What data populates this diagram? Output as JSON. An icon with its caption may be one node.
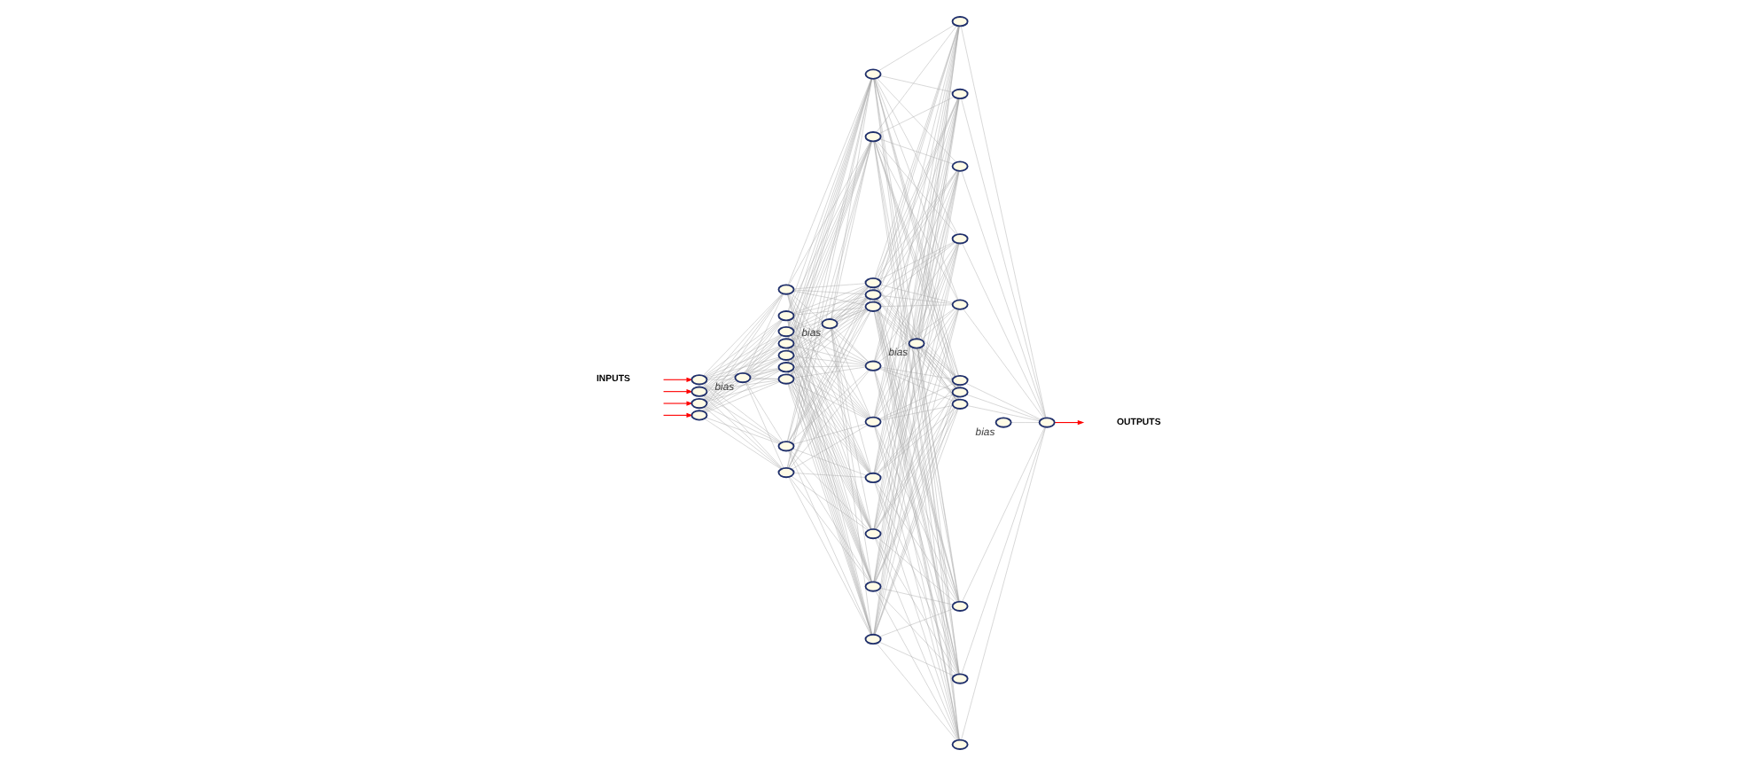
{
  "diagram": {
    "nodes": [
      {
        "text": [],
        "shape": "ellipse"
      },
      {
        "text": [],
        "shape": "ellipse"
      },
      {
        "text": [],
        "shape": "ellipse"
      },
      {
        "text": [],
        "shape": "ellipse"
      },
      {
        "text": [],
        "shape": "ellipse",
        "beside": [
          "bias"
        ]
      },
      {
        "text": [],
        "shape": "ellipse"
      },
      {
        "text": [],
        "shape": "ellipse"
      },
      {
        "text": [],
        "shape": "ellipse"
      },
      {
        "text": [],
        "shape": "ellipse"
      },
      {
        "text": [],
        "shape": "ellipse"
      },
      {
        "text": [],
        "shape": "ellipse"
      },
      {
        "text": [],
        "shape": "ellipse"
      },
      {
        "text": [],
        "shape": "ellipse"
      },
      {
        "text": [],
        "shape": "ellipse"
      },
      {
        "text": [],
        "shape": "ellipse",
        "beside": [
          "bias"
        ]
      },
      {
        "text": [],
        "shape": "ellipse"
      },
      {
        "text": [],
        "shape": "ellipse"
      },
      {
        "text": [],
        "shape": "ellipse"
      },
      {
        "text": [],
        "shape": "ellipse"
      },
      {
        "text": [],
        "shape": "ellipse"
      },
      {
        "text": [],
        "shape": "ellipse"
      },
      {
        "text": [],
        "shape": "ellipse"
      },
      {
        "text": [],
        "shape": "ellipse"
      },
      {
        "text": [],
        "shape": "ellipse"
      },
      {
        "text": [],
        "shape": "ellipse"
      },
      {
        "text": [],
        "shape": "ellipse"
      },
      {
        "text": [],
        "shape": "ellipse",
        "beside": [
          "bias"
        ]
      },
      {
        "text": [],
        "shape": "ellipse"
      },
      {
        "text": [],
        "shape": "ellipse"
      },
      {
        "text": [],
        "shape": "ellipse"
      },
      {
        "text": [],
        "shape": "ellipse"
      },
      {
        "text": [],
        "shape": "ellipse"
      },
      {
        "text": [],
        "shape": "ellipse"
      },
      {
        "text": [],
        "shape": "ellipse"
      },
      {
        "text": [],
        "shape": "ellipse"
      },
      {
        "text": [],
        "shape": "ellipse"
      },
      {
        "text": [],
        "shape": "ellipse"
      },
      {
        "text": [],
        "shape": "ellipse"
      },
      {
        "text": [],
        "shape": "ellipse",
        "beside": [
          "bias"
        ]
      },
      {
        "text": [],
        "shape": "ellipse"
      }
    ],
    "edges": [
      {
        "from": null,
        "to": 0,
        "arrow": "to",
        "color": "#ff0000"
      },
      {
        "from": null,
        "to": 1,
        "arrow": "to",
        "color": "#ff0000"
      },
      {
        "from": null,
        "to": 2,
        "arrow": "to",
        "color": "#ff0000"
      },
      {
        "from": null,
        "to": 3,
        "arrow": "to",
        "color": "#ff0000"
      },
      {
        "from": 0,
        "to": 5,
        "arrow": "none"
      },
      {
        "from": 0,
        "to": 6,
        "arrow": "none"
      },
      {
        "from": 0,
        "to": 7,
        "arrow": "none"
      },
      {
        "from": 0,
        "to": 8,
        "arrow": "none"
      },
      {
        "from": 0,
        "to": 9,
        "arrow": "none"
      },
      {
        "from": 0,
        "to": 10,
        "arrow": "none"
      },
      {
        "from": 0,
        "to": 11,
        "arrow": "none"
      },
      {
        "from": 0,
        "to": 12,
        "arrow": "none"
      },
      {
        "from": 0,
        "to": 13,
        "arrow": "none"
      },
      {
        "from": 1,
        "to": 5,
        "arrow": "none"
      },
      {
        "from": 1,
        "to": 6,
        "arrow": "none"
      },
      {
        "from": 1,
        "to": 7,
        "arrow": "none"
      },
      {
        "from": 1,
        "to": 8,
        "arrow": "none"
      },
      {
        "from": 1,
        "to": 9,
        "arrow": "none"
      },
      {
        "from": 1,
        "to": 10,
        "arrow": "none"
      },
      {
        "from": 1,
        "to": 11,
        "arrow": "none"
      },
      {
        "from": 1,
        "to": 12,
        "arrow": "none"
      },
      {
        "from": 1,
        "to": 13,
        "arrow": "none"
      },
      {
        "from": 2,
        "to": 5,
        "arrow": "none"
      },
      {
        "from": 2,
        "to": 6,
        "arrow": "none"
      },
      {
        "from": 2,
        "to": 7,
        "arrow": "none"
      },
      {
        "from": 2,
        "to": 8,
        "arrow": "none"
      },
      {
        "from": 2,
        "to": 9,
        "arrow": "none"
      },
      {
        "from": 2,
        "to": 10,
        "arrow": "none"
      },
      {
        "from": 2,
        "to": 11,
        "arrow": "none"
      },
      {
        "from": 2,
        "to": 12,
        "arrow": "none"
      },
      {
        "from": 2,
        "to": 13,
        "arrow": "none"
      },
      {
        "from": 3,
        "to": 5,
        "arrow": "none"
      },
      {
        "from": 3,
        "to": 6,
        "arrow": "none"
      },
      {
        "from": 3,
        "to": 7,
        "arrow": "none"
      },
      {
        "from": 3,
        "to": 8,
        "arrow": "none"
      },
      {
        "from": 3,
        "to": 9,
        "arrow": "none"
      },
      {
        "from": 3,
        "to": 10,
        "arrow": "none"
      },
      {
        "from": 3,
        "to": 11,
        "arrow": "none"
      },
      {
        "from": 3,
        "to": 12,
        "arrow": "none"
      },
      {
        "from": 3,
        "to": 13,
        "arrow": "none"
      },
      {
        "from": 4,
        "to": 5,
        "arrow": "none"
      },
      {
        "from": 4,
        "to": 6,
        "arrow": "none"
      },
      {
        "from": 4,
        "to": 7,
        "arrow": "none"
      },
      {
        "from": 4,
        "to": 8,
        "arrow": "none"
      },
      {
        "from": 4,
        "to": 9,
        "arrow": "none"
      },
      {
        "from": 4,
        "to": 10,
        "arrow": "none"
      },
      {
        "from": 4,
        "to": 11,
        "arrow": "none"
      },
      {
        "from": 4,
        "to": 12,
        "arrow": "none"
      },
      {
        "from": 4,
        "to": 13,
        "arrow": "none"
      },
      {
        "from": 5,
        "to": 15,
        "arrow": "none"
      },
      {
        "from": 5,
        "to": 16,
        "arrow": "none"
      },
      {
        "from": 5,
        "to": 17,
        "arrow": "none"
      },
      {
        "from": 5,
        "to": 18,
        "arrow": "none"
      },
      {
        "from": 5,
        "to": 19,
        "arrow": "none"
      },
      {
        "from": 5,
        "to": 20,
        "arrow": "none"
      },
      {
        "from": 5,
        "to": 21,
        "arrow": "none"
      },
      {
        "from": 5,
        "to": 22,
        "arrow": "none"
      },
      {
        "from": 5,
        "to": 23,
        "arrow": "none"
      },
      {
        "from": 5,
        "to": 24,
        "arrow": "none"
      },
      {
        "from": 5,
        "to": 25,
        "arrow": "none"
      },
      {
        "from": 6,
        "to": 15,
        "arrow": "none"
      },
      {
        "from": 6,
        "to": 16,
        "arrow": "none"
      },
      {
        "from": 6,
        "to": 17,
        "arrow": "none"
      },
      {
        "from": 6,
        "to": 18,
        "arrow": "none"
      },
      {
        "from": 6,
        "to": 19,
        "arrow": "none"
      },
      {
        "from": 6,
        "to": 20,
        "arrow": "none"
      },
      {
        "from": 6,
        "to": 21,
        "arrow": "none"
      },
      {
        "from": 6,
        "to": 22,
        "arrow": "none"
      },
      {
        "from": 6,
        "to": 23,
        "arrow": "none"
      },
      {
        "from": 6,
        "to": 24,
        "arrow": "none"
      },
      {
        "from": 6,
        "to": 25,
        "arrow": "none"
      },
      {
        "from": 7,
        "to": 15,
        "arrow": "none"
      },
      {
        "from": 7,
        "to": 16,
        "arrow": "none"
      },
      {
        "from": 7,
        "to": 17,
        "arrow": "none"
      },
      {
        "from": 7,
        "to": 18,
        "arrow": "none"
      },
      {
        "from": 7,
        "to": 19,
        "arrow": "none"
      },
      {
        "from": 7,
        "to": 20,
        "arrow": "none"
      },
      {
        "from": 7,
        "to": 21,
        "arrow": "none"
      },
      {
        "from": 7,
        "to": 22,
        "arrow": "none"
      },
      {
        "from": 7,
        "to": 23,
        "arrow": "none"
      },
      {
        "from": 7,
        "to": 24,
        "arrow": "none"
      },
      {
        "from": 7,
        "to": 25,
        "arrow": "none"
      },
      {
        "from": 8,
        "to": 15,
        "arrow": "none"
      },
      {
        "from": 8,
        "to": 16,
        "arrow": "none"
      },
      {
        "from": 8,
        "to": 17,
        "arrow": "none"
      },
      {
        "from": 8,
        "to": 18,
        "arrow": "none"
      },
      {
        "from": 8,
        "to": 19,
        "arrow": "none"
      },
      {
        "from": 8,
        "to": 20,
        "arrow": "none"
      },
      {
        "from": 8,
        "to": 21,
        "arrow": "none"
      },
      {
        "from": 8,
        "to": 22,
        "arrow": "none"
      },
      {
        "from": 8,
        "to": 23,
        "arrow": "none"
      },
      {
        "from": 8,
        "to": 24,
        "arrow": "none"
      },
      {
        "from": 8,
        "to": 25,
        "arrow": "none"
      },
      {
        "from": 9,
        "to": 15,
        "arrow": "none"
      },
      {
        "from": 9,
        "to": 16,
        "arrow": "none"
      },
      {
        "from": 9,
        "to": 17,
        "arrow": "none"
      },
      {
        "from": 9,
        "to": 18,
        "arrow": "none"
      },
      {
        "from": 9,
        "to": 19,
        "arrow": "none"
      },
      {
        "from": 9,
        "to": 20,
        "arrow": "none"
      },
      {
        "from": 9,
        "to": 21,
        "arrow": "none"
      },
      {
        "from": 9,
        "to": 22,
        "arrow": "none"
      },
      {
        "from": 9,
        "to": 23,
        "arrow": "none"
      },
      {
        "from": 9,
        "to": 24,
        "arrow": "none"
      },
      {
        "from": 9,
        "to": 25,
        "arrow": "none"
      },
      {
        "from": 10,
        "to": 15,
        "arrow": "none"
      },
      {
        "from": 10,
        "to": 16,
        "arrow": "none"
      },
      {
        "from": 10,
        "to": 17,
        "arrow": "none"
      },
      {
        "from": 10,
        "to": 18,
        "arrow": "none"
      },
      {
        "from": 10,
        "to": 19,
        "arrow": "none"
      },
      {
        "from": 10,
        "to": 20,
        "arrow": "none"
      },
      {
        "from": 10,
        "to": 21,
        "arrow": "none"
      },
      {
        "from": 10,
        "to": 22,
        "arrow": "none"
      },
      {
        "from": 10,
        "to": 23,
        "arrow": "none"
      },
      {
        "from": 10,
        "to": 24,
        "arrow": "none"
      },
      {
        "from": 10,
        "to": 25,
        "arrow": "none"
      },
      {
        "from": 11,
        "to": 15,
        "arrow": "none"
      },
      {
        "from": 11,
        "to": 16,
        "arrow": "none"
      },
      {
        "from": 11,
        "to": 17,
        "arrow": "none"
      },
      {
        "from": 11,
        "to": 18,
        "arrow": "none"
      },
      {
        "from": 11,
        "to": 19,
        "arrow": "none"
      },
      {
        "from": 11,
        "to": 20,
        "arrow": "none"
      },
      {
        "from": 11,
        "to": 21,
        "arrow": "none"
      },
      {
        "from": 11,
        "to": 22,
        "arrow": "none"
      },
      {
        "from": 11,
        "to": 23,
        "arrow": "none"
      },
      {
        "from": 11,
        "to": 24,
        "arrow": "none"
      },
      {
        "from": 11,
        "to": 25,
        "arrow": "none"
      },
      {
        "from": 12,
        "to": 15,
        "arrow": "none"
      },
      {
        "from": 12,
        "to": 16,
        "arrow": "none"
      },
      {
        "from": 12,
        "to": 17,
        "arrow": "none"
      },
      {
        "from": 12,
        "to": 18,
        "arrow": "none"
      },
      {
        "from": 12,
        "to": 19,
        "arrow": "none"
      },
      {
        "from": 12,
        "to": 20,
        "arrow": "none"
      },
      {
        "from": 12,
        "to": 21,
        "arrow": "none"
      },
      {
        "from": 12,
        "to": 22,
        "arrow": "none"
      },
      {
        "from": 12,
        "to": 23,
        "arrow": "none"
      },
      {
        "from": 12,
        "to": 24,
        "arrow": "none"
      },
      {
        "from": 12,
        "to": 25,
        "arrow": "none"
      },
      {
        "from": 13,
        "to": 15,
        "arrow": "none"
      },
      {
        "from": 13,
        "to": 16,
        "arrow": "none"
      },
      {
        "from": 13,
        "to": 17,
        "arrow": "none"
      },
      {
        "from": 13,
        "to": 18,
        "arrow": "none"
      },
      {
        "from": 13,
        "to": 19,
        "arrow": "none"
      },
      {
        "from": 13,
        "to": 20,
        "arrow": "none"
      },
      {
        "from": 13,
        "to": 21,
        "arrow": "none"
      },
      {
        "from": 13,
        "to": 22,
        "arrow": "none"
      },
      {
        "from": 13,
        "to": 23,
        "arrow": "none"
      },
      {
        "from": 13,
        "to": 24,
        "arrow": "none"
      },
      {
        "from": 13,
        "to": 25,
        "arrow": "none"
      },
      {
        "from": 14,
        "to": 15,
        "arrow": "none"
      },
      {
        "from": 14,
        "to": 16,
        "arrow": "none"
      },
      {
        "from": 14,
        "to": 17,
        "arrow": "none"
      },
      {
        "from": 14,
        "to": 18,
        "arrow": "none"
      },
      {
        "from": 14,
        "to": 19,
        "arrow": "none"
      },
      {
        "from": 14,
        "to": 20,
        "arrow": "none"
      },
      {
        "from": 14,
        "to": 21,
        "arrow": "none"
      },
      {
        "from": 14,
        "to": 22,
        "arrow": "none"
      },
      {
        "from": 14,
        "to": 23,
        "arrow": "none"
      },
      {
        "from": 14,
        "to": 24,
        "arrow": "none"
      },
      {
        "from": 14,
        "to": 25,
        "arrow": "none"
      },
      {
        "from": 15,
        "to": 27,
        "arrow": "none"
      },
      {
        "from": 15,
        "to": 28,
        "arrow": "none"
      },
      {
        "from": 15,
        "to": 29,
        "arrow": "none"
      },
      {
        "from": 15,
        "to": 30,
        "arrow": "none"
      },
      {
        "from": 15,
        "to": 31,
        "arrow": "none"
      },
      {
        "from": 15,
        "to": 32,
        "arrow": "none"
      },
      {
        "from": 15,
        "to": 33,
        "arrow": "none"
      },
      {
        "from": 15,
        "to": 34,
        "arrow": "none"
      },
      {
        "from": 15,
        "to": 35,
        "arrow": "none"
      },
      {
        "from": 15,
        "to": 36,
        "arrow": "none"
      },
      {
        "from": 15,
        "to": 37,
        "arrow": "none"
      },
      {
        "from": 16,
        "to": 27,
        "arrow": "none"
      },
      {
        "from": 16,
        "to": 28,
        "arrow": "none"
      },
      {
        "from": 16,
        "to": 29,
        "arrow": "none"
      },
      {
        "from": 16,
        "to": 30,
        "arrow": "none"
      },
      {
        "from": 16,
        "to": 31,
        "arrow": "none"
      },
      {
        "from": 16,
        "to": 32,
        "arrow": "none"
      },
      {
        "from": 16,
        "to": 33,
        "arrow": "none"
      },
      {
        "from": 16,
        "to": 34,
        "arrow": "none"
      },
      {
        "from": 16,
        "to": 35,
        "arrow": "none"
      },
      {
        "from": 16,
        "to": 36,
        "arrow": "none"
      },
      {
        "from": 16,
        "to": 37,
        "arrow": "none"
      },
      {
        "from": 17,
        "to": 27,
        "arrow": "none"
      },
      {
        "from": 17,
        "to": 28,
        "arrow": "none"
      },
      {
        "from": 17,
        "to": 29,
        "arrow": "none"
      },
      {
        "from": 17,
        "to": 30,
        "arrow": "none"
      },
      {
        "from": 17,
        "to": 31,
        "arrow": "none"
      },
      {
        "from": 17,
        "to": 32,
        "arrow": "none"
      },
      {
        "from": 17,
        "to": 33,
        "arrow": "none"
      },
      {
        "from": 17,
        "to": 34,
        "arrow": "none"
      },
      {
        "from": 17,
        "to": 35,
        "arrow": "none"
      },
      {
        "from": 17,
        "to": 36,
        "arrow": "none"
      },
      {
        "from": 17,
        "to": 37,
        "arrow": "none"
      },
      {
        "from": 18,
        "to": 27,
        "arrow": "none"
      },
      {
        "from": 18,
        "to": 28,
        "arrow": "none"
      },
      {
        "from": 18,
        "to": 29,
        "arrow": "none"
      },
      {
        "from": 18,
        "to": 30,
        "arrow": "none"
      },
      {
        "from": 18,
        "to": 31,
        "arrow": "none"
      },
      {
        "from": 18,
        "to": 32,
        "arrow": "none"
      },
      {
        "from": 18,
        "to": 33,
        "arrow": "none"
      },
      {
        "from": 18,
        "to": 34,
        "arrow": "none"
      },
      {
        "from": 18,
        "to": 35,
        "arrow": "none"
      },
      {
        "from": 18,
        "to": 36,
        "arrow": "none"
      },
      {
        "from": 18,
        "to": 37,
        "arrow": "none"
      },
      {
        "from": 19,
        "to": 27,
        "arrow": "none"
      },
      {
        "from": 19,
        "to": 28,
        "arrow": "none"
      },
      {
        "from": 19,
        "to": 29,
        "arrow": "none"
      },
      {
        "from": 19,
        "to": 30,
        "arrow": "none"
      },
      {
        "from": 19,
        "to": 31,
        "arrow": "none"
      },
      {
        "from": 19,
        "to": 32,
        "arrow": "none"
      },
      {
        "from": 19,
        "to": 33,
        "arrow": "none"
      },
      {
        "from": 19,
        "to": 34,
        "arrow": "none"
      },
      {
        "from": 19,
        "to": 35,
        "arrow": "none"
      },
      {
        "from": 19,
        "to": 36,
        "arrow": "none"
      },
      {
        "from": 19,
        "to": 37,
        "arrow": "none"
      },
      {
        "from": 20,
        "to": 27,
        "arrow": "none"
      },
      {
        "from": 20,
        "to": 28,
        "arrow": "none"
      },
      {
        "from": 20,
        "to": 29,
        "arrow": "none"
      },
      {
        "from": 20,
        "to": 30,
        "arrow": "none"
      },
      {
        "from": 20,
        "to": 31,
        "arrow": "none"
      },
      {
        "from": 20,
        "to": 32,
        "arrow": "none"
      },
      {
        "from": 20,
        "to": 33,
        "arrow": "none"
      },
      {
        "from": 20,
        "to": 34,
        "arrow": "none"
      },
      {
        "from": 20,
        "to": 35,
        "arrow": "none"
      },
      {
        "from": 20,
        "to": 36,
        "arrow": "none"
      },
      {
        "from": 20,
        "to": 37,
        "arrow": "none"
      },
      {
        "from": 21,
        "to": 27,
        "arrow": "none"
      },
      {
        "from": 21,
        "to": 28,
        "arrow": "none"
      },
      {
        "from": 21,
        "to": 29,
        "arrow": "none"
      },
      {
        "from": 21,
        "to": 30,
        "arrow": "none"
      },
      {
        "from": 21,
        "to": 31,
        "arrow": "none"
      },
      {
        "from": 21,
        "to": 32,
        "arrow": "none"
      },
      {
        "from": 21,
        "to": 33,
        "arrow": "none"
      },
      {
        "from": 21,
        "to": 34,
        "arrow": "none"
      },
      {
        "from": 21,
        "to": 35,
        "arrow": "none"
      },
      {
        "from": 21,
        "to": 36,
        "arrow": "none"
      },
      {
        "from": 21,
        "to": 37,
        "arrow": "none"
      },
      {
        "from": 22,
        "to": 27,
        "arrow": "none"
      },
      {
        "from": 22,
        "to": 28,
        "arrow": "none"
      },
      {
        "from": 22,
        "to": 29,
        "arrow": "none"
      },
      {
        "from": 22,
        "to": 30,
        "arrow": "none"
      },
      {
        "from": 22,
        "to": 31,
        "arrow": "none"
      },
      {
        "from": 22,
        "to": 32,
        "arrow": "none"
      },
      {
        "from": 22,
        "to": 33,
        "arrow": "none"
      },
      {
        "from": 22,
        "to": 34,
        "arrow": "none"
      },
      {
        "from": 22,
        "to": 35,
        "arrow": "none"
      },
      {
        "from": 22,
        "to": 36,
        "arrow": "none"
      },
      {
        "from": 22,
        "to": 37,
        "arrow": "none"
      },
      {
        "from": 23,
        "to": 27,
        "arrow": "none"
      },
      {
        "from": 23,
        "to": 28,
        "arrow": "none"
      },
      {
        "from": 23,
        "to": 29,
        "arrow": "none"
      },
      {
        "from": 23,
        "to": 30,
        "arrow": "none"
      },
      {
        "from": 23,
        "to": 31,
        "arrow": "none"
      },
      {
        "from": 23,
        "to": 32,
        "arrow": "none"
      },
      {
        "from": 23,
        "to": 33,
        "arrow": "none"
      },
      {
        "from": 23,
        "to": 34,
        "arrow": "none"
      },
      {
        "from": 23,
        "to": 35,
        "arrow": "none"
      },
      {
        "from": 23,
        "to": 36,
        "arrow": "none"
      },
      {
        "from": 23,
        "to": 37,
        "arrow": "none"
      },
      {
        "from": 24,
        "to": 27,
        "arrow": "none"
      },
      {
        "from": 24,
        "to": 28,
        "arrow": "none"
      },
      {
        "from": 24,
        "to": 29,
        "arrow": "none"
      },
      {
        "from": 24,
        "to": 30,
        "arrow": "none"
      },
      {
        "from": 24,
        "to": 31,
        "arrow": "none"
      },
      {
        "from": 24,
        "to": 32,
        "arrow": "none"
      },
      {
        "from": 24,
        "to": 33,
        "arrow": "none"
      },
      {
        "from": 24,
        "to": 34,
        "arrow": "none"
      },
      {
        "from": 24,
        "to": 35,
        "arrow": "none"
      },
      {
        "from": 24,
        "to": 36,
        "arrow": "none"
      },
      {
        "from": 24,
        "to": 37,
        "arrow": "none"
      },
      {
        "from": 25,
        "to": 27,
        "arrow": "none"
      },
      {
        "from": 25,
        "to": 28,
        "arrow": "none"
      },
      {
        "from": 25,
        "to": 29,
        "arrow": "none"
      },
      {
        "from": 25,
        "to": 30,
        "arrow": "none"
      },
      {
        "from": 25,
        "to": 31,
        "arrow": "none"
      },
      {
        "from": 25,
        "to": 32,
        "arrow": "none"
      },
      {
        "from": 25,
        "to": 33,
        "arrow": "none"
      },
      {
        "from": 25,
        "to": 34,
        "arrow": "none"
      },
      {
        "from": 25,
        "to": 35,
        "arrow": "none"
      },
      {
        "from": 25,
        "to": 36,
        "arrow": "none"
      },
      {
        "from": 25,
        "to": 37,
        "arrow": "none"
      },
      {
        "from": 26,
        "to": 27,
        "arrow": "none"
      },
      {
        "from": 26,
        "to": 28,
        "arrow": "none"
      },
      {
        "from": 26,
        "to": 29,
        "arrow": "none"
      },
      {
        "from": 26,
        "to": 30,
        "arrow": "none"
      },
      {
        "from": 26,
        "to": 31,
        "arrow": "none"
      },
      {
        "from": 26,
        "to": 32,
        "arrow": "none"
      },
      {
        "from": 26,
        "to": 33,
        "arrow": "none"
      },
      {
        "from": 26,
        "to": 34,
        "arrow": "none"
      },
      {
        "from": 26,
        "to": 35,
        "arrow": "none"
      },
      {
        "from": 26,
        "to": 36,
        "arrow": "none"
      },
      {
        "from": 26,
        "to": 37,
        "arrow": "none"
      },
      {
        "from": 27,
        "to": 39,
        "arrow": "none"
      },
      {
        "from": 28,
        "to": 39,
        "arrow": "none"
      },
      {
        "from": 29,
        "to": 39,
        "arrow": "none"
      },
      {
        "from": 30,
        "to": 39,
        "arrow": "none"
      },
      {
        "from": 31,
        "to": 39,
        "arrow": "none"
      },
      {
        "from": 32,
        "to": 39,
        "arrow": "none"
      },
      {
        "from": 33,
        "to": 39,
        "arrow": "none"
      },
      {
        "from": 34,
        "to": 39,
        "arrow": "none"
      },
      {
        "from": 35,
        "to": 39,
        "arrow": "none"
      },
      {
        "from": 36,
        "to": 39,
        "arrow": "none"
      },
      {
        "from": 37,
        "to": 39,
        "arrow": "none"
      },
      {
        "from": 38,
        "to": 39,
        "arrow": "none"
      },
      {
        "from": 39,
        "to": null,
        "arrow": "to",
        "color": "#ff0000"
      }
    ],
    "labels": [
      "INPUTS",
      "OUTPUTS"
    ]
  }
}
